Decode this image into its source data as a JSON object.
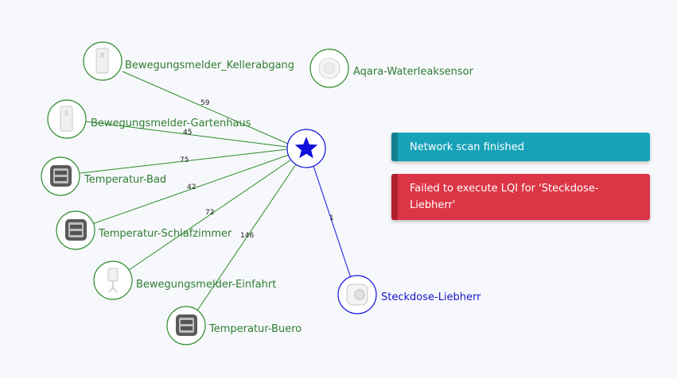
{
  "colors": {
    "router_link": "#2a8a2a",
    "coordinator": "#1010dd",
    "device_label": "#2e7d32",
    "end_device_label": "#1515cc",
    "info_toast": "#17a2b8",
    "error_toast": "#dc3545"
  },
  "coordinator": {
    "icon": "star-icon"
  },
  "devices": [
    {
      "name": "Bewegungsmelder_Kellerabgang",
      "icon": "motion-sensor-icon",
      "lqi": "59"
    },
    {
      "name": "Bewegungsmelder-Gartenhaus",
      "icon": "motion-sensor-icon",
      "lqi": "45"
    },
    {
      "name": "Temperatur-Bad",
      "icon": "thermometer-display-icon",
      "lqi": "75"
    },
    {
      "name": "Temperatur-Schlafzimmer",
      "icon": "thermometer-display-icon",
      "lqi": "42"
    },
    {
      "name": "Bewegungsmelder-Einfahrt",
      "icon": "motion-sensor-stand-icon",
      "lqi": "72"
    },
    {
      "name": "Temperatur-Buero",
      "icon": "thermometer-display-icon",
      "lqi": "146"
    },
    {
      "name": "Steckdose-Liebherr",
      "icon": "smart-plug-icon",
      "lqi": "1"
    },
    {
      "name": "Aqara-Waterleaksensor",
      "icon": "water-leak-sensor-icon",
      "lqi": ""
    }
  ],
  "toasts": {
    "info": "Network scan finished",
    "error": "Failed to execute LQI for 'Steckdose-Liebherr'"
  }
}
